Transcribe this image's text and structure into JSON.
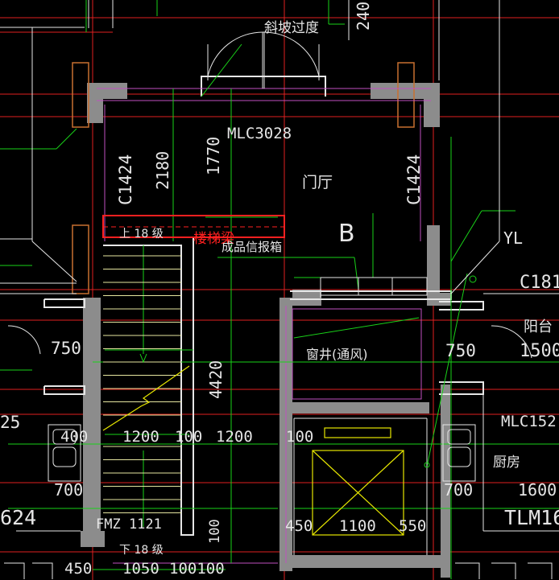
{
  "colors": {
    "background": "#000000",
    "wall": "#8c8c8c",
    "red_line": "#e02020",
    "green_line": "#19d219",
    "magenta_line": "#c050c0",
    "yellow_line": "#e6e600",
    "text": "#e6e6e6",
    "annotation": "#ff2020",
    "orange_frame": "#c87030"
  },
  "labels": {
    "ramp": "斜坡过度",
    "dim_240": "240",
    "window_top": "MLC3028",
    "lobby": "门厅",
    "window_left": "C1424",
    "window_right": "C1424",
    "dim_2180": "2180",
    "dim_1770": "1770",
    "stair_up": "上 18 级",
    "stair_beam": "楼梯梁",
    "mailbox": "成品信报箱",
    "axis_b": "B",
    "yl": "YL",
    "window_c181": "C181",
    "dim_750_left": "750",
    "dim_750_right": "750",
    "balcony": "阳台",
    "dim_1500": "1500",
    "shaft": "窗井(通风)",
    "dim_4420": "4420",
    "dim_25": "25",
    "dim_400": "400",
    "dim_1200_a": "1200",
    "dim_100_a": "100",
    "dim_1200_b": "1200",
    "dim_100_b": "100",
    "window_mlc152": "MLC152",
    "kitchen": "厨房",
    "dim_700_left": "700",
    "dim_700_right": "700",
    "dim_1600": "1600",
    "dim_624": "624",
    "door_fmz": "FMZ 1121",
    "dim_450_a": "450",
    "dim_1100": "1100",
    "dim_550": "550",
    "tlm": "TLM16",
    "stair_down": "下 18 级",
    "dim_100_v": "100",
    "dim_450_b": "450",
    "dim_1050": "1050",
    "dim_100100": "100100"
  }
}
